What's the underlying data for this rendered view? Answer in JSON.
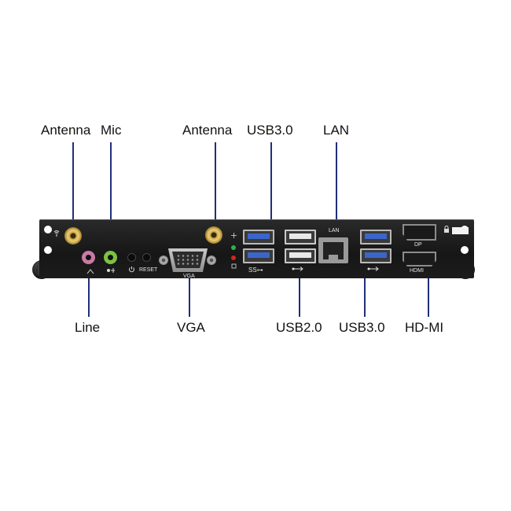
{
  "callouts": {
    "antenna_left": "Antenna",
    "mic": "Mic",
    "antenna_right": "Antenna",
    "usb30_top": "USB3.0",
    "lan": "LAN",
    "line": "Line",
    "vga": "VGA",
    "usb20": "USB2.0",
    "usb30_bottom": "USB3.0",
    "hdmi": "HD-MI"
  },
  "panel_labels": {
    "reset": "RESET",
    "vga": "VGA",
    "lan": "LAN",
    "dp": "DP",
    "hdmi": "HDMI",
    "ss_usb": "SS⊶"
  },
  "colors": {
    "callout_line": "#1f2f7a",
    "usb3_blue": "#3b66c9",
    "mic_green": "#7cc242",
    "line_pink": "#c77aa6",
    "led_green": "#2bb34a",
    "led_red": "#d2261c",
    "antenna_gold": "#c9a442"
  },
  "icons": [
    "wifi-icon",
    "power-icon",
    "usb-icon",
    "lock-icon"
  ]
}
